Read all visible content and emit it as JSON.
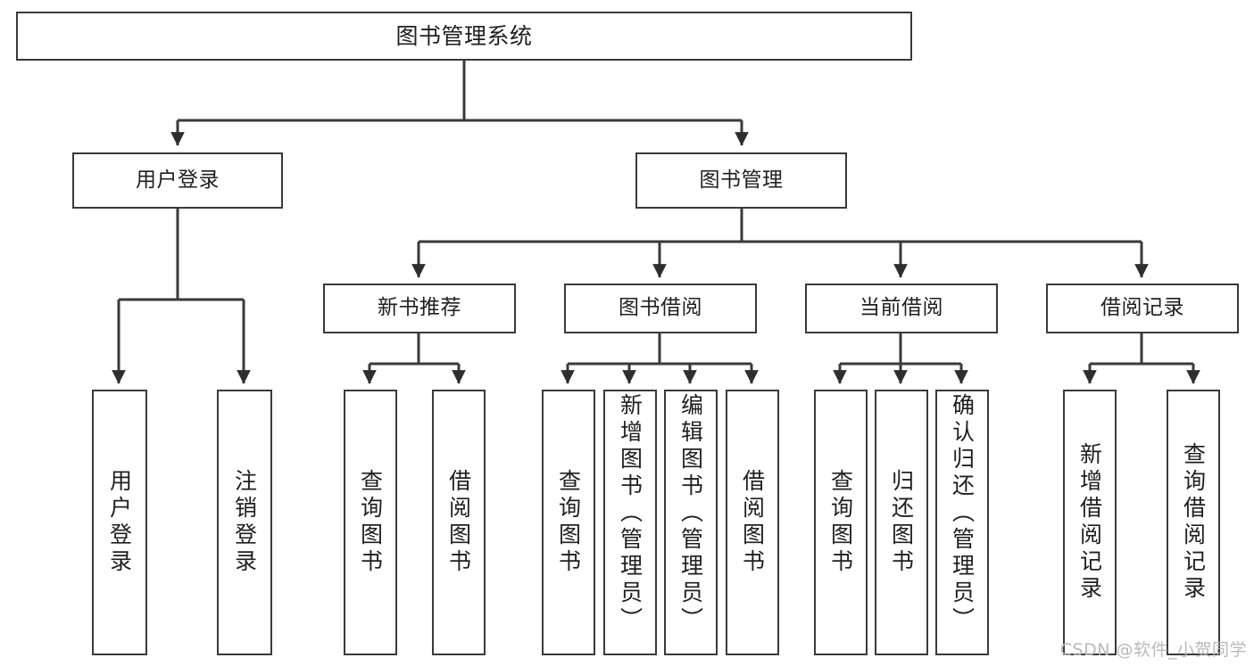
{
  "diagram": {
    "title": "图书管理系统",
    "root": {
      "id": "root",
      "label": "图书管理系统"
    },
    "level2": [
      {
        "id": "user-login",
        "label": "用户登录"
      },
      {
        "id": "book-management",
        "label": "图书管理"
      }
    ],
    "level3": [
      {
        "id": "new-book-recommend",
        "label": "新书推荐",
        "parent": "book-management"
      },
      {
        "id": "book-borrow",
        "label": "图书借阅",
        "parent": "book-management"
      },
      {
        "id": "current-borrow",
        "label": "当前借阅",
        "parent": "book-management"
      },
      {
        "id": "borrow-record",
        "label": "借阅记录",
        "parent": "book-management"
      }
    ],
    "leaves": [
      {
        "id": "leaf-user-login",
        "label": "用户登录",
        "parent": "user-login"
      },
      {
        "id": "leaf-user-logout",
        "label": "注销登录",
        "parent": "user-login"
      },
      {
        "id": "leaf-query-book-1",
        "label": "查询图书",
        "parent": "new-book-recommend"
      },
      {
        "id": "leaf-borrow-book-1",
        "label": "借阅图书",
        "parent": "new-book-recommend"
      },
      {
        "id": "leaf-query-book-2",
        "label": "查询图书",
        "parent": "book-borrow"
      },
      {
        "id": "leaf-add-book",
        "label": "新增图书（管理员）",
        "parent": "book-borrow"
      },
      {
        "id": "leaf-edit-book",
        "label": "编辑图书（管理员）",
        "parent": "book-borrow"
      },
      {
        "id": "leaf-borrow-book-2",
        "label": "借阅图书",
        "parent": "book-borrow"
      },
      {
        "id": "leaf-query-book-3",
        "label": "查询图书",
        "parent": "current-borrow"
      },
      {
        "id": "leaf-return-book",
        "label": "归还图书",
        "parent": "current-borrow"
      },
      {
        "id": "leaf-confirm-return",
        "label": "确认归还（管理员）",
        "parent": "current-borrow"
      },
      {
        "id": "leaf-add-record",
        "label": "新增借阅记录",
        "parent": "borrow-record"
      },
      {
        "id": "leaf-query-record",
        "label": "查询借阅记录",
        "parent": "borrow-record"
      }
    ],
    "watermark": "CSDN @软件_小贺同学",
    "colors": {
      "stroke": "#3a3a3a",
      "box_fill": "#ffffff",
      "text": "#1f1f1f",
      "watermark": "#b9b9b9",
      "background": "#ffffff"
    }
  }
}
